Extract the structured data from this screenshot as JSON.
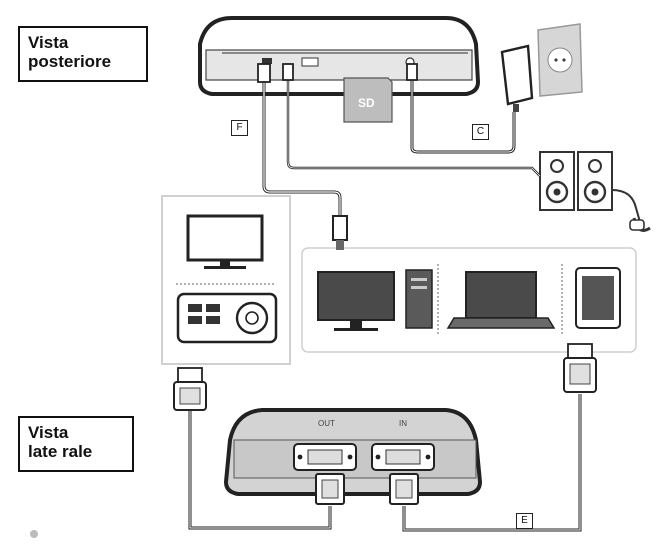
{
  "captions": {
    "rear_view": [
      "Vista",
      "posteriore"
    ],
    "side_view": [
      "Vista",
      "late rale"
    ]
  },
  "cable_tags": {
    "f": "F",
    "c": "C",
    "e": "E"
  },
  "ports": {
    "out": "OUT",
    "in": "IN"
  },
  "sd_card": "SD",
  "colors": {
    "line": "#222222",
    "device_body": "#d9d9d9",
    "panel_outline": "#cfcfcf",
    "screen": "#3a3a3a"
  }
}
